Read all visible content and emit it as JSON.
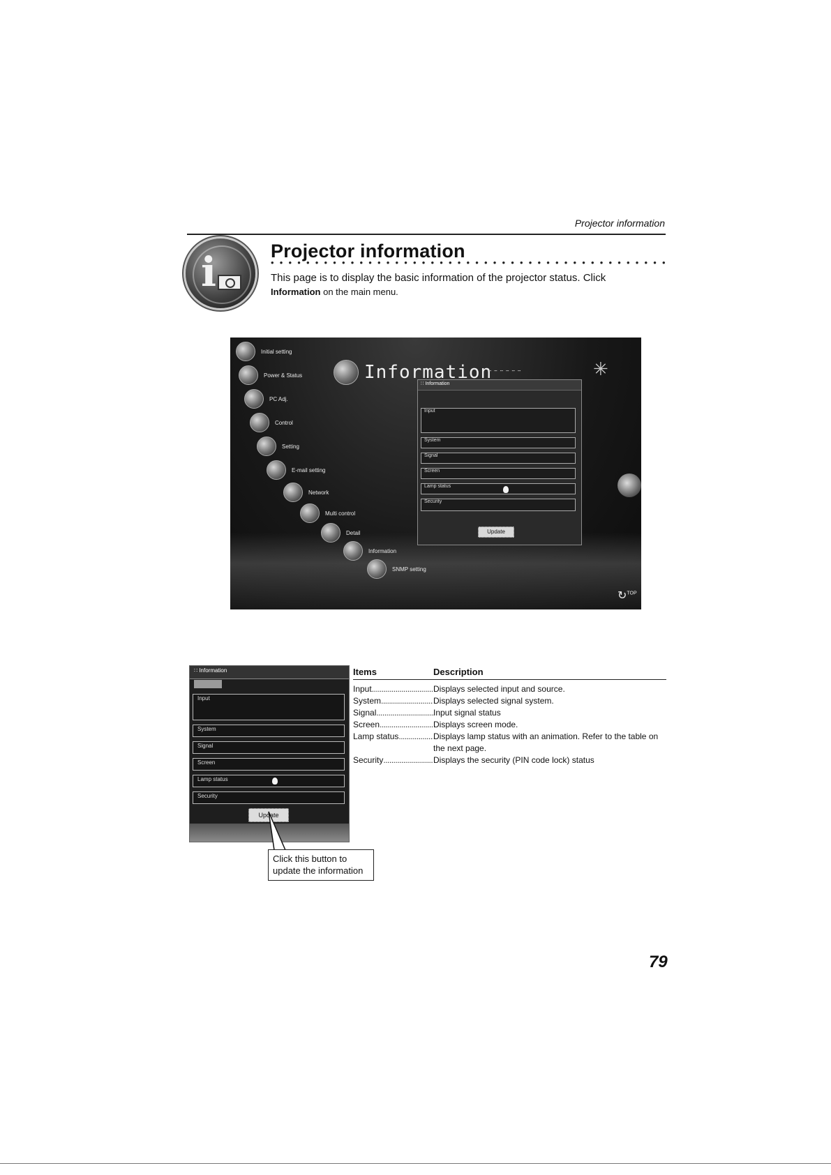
{
  "running_header": "Projector information",
  "title": "Projector information",
  "intro": {
    "text": "This page is to display the basic information of the projector status. Click",
    "bold_word": "Information",
    "tail": " on the main menu."
  },
  "screenshot": {
    "heading": "Information",
    "menu": [
      "Initial setting",
      "Power & Status",
      "PC Adj.",
      "Control",
      "Setting",
      "E-mail setting",
      "Network",
      "Multi control",
      "Detail",
      "Information",
      "SNMP setting"
    ],
    "panel_title": "Information",
    "rows": [
      "Input",
      "System",
      "Signal",
      "Screen",
      "Lamp status",
      "Security"
    ],
    "update_label": "Update",
    "top_label": "TOP"
  },
  "small_panel": {
    "title": "Information",
    "rows": [
      "Input",
      "System",
      "Signal",
      "Screen",
      "Lamp status",
      "Security"
    ],
    "update_label": "Update"
  },
  "callout": "Click this button to update the information",
  "table": {
    "header_items": "Items",
    "header_desc": "Description",
    "rows": [
      {
        "item": "Input",
        "desc": "Displays selected input and source."
      },
      {
        "item": "System",
        "desc": "Displays selected signal system."
      },
      {
        "item": "Signal",
        "desc": "Input signal status"
      },
      {
        "item": "Screen",
        "desc": "Displays screen mode."
      },
      {
        "item": "Lamp status",
        "desc": "Displays lamp status with an animation. Refer to the table on the next page."
      },
      {
        "item": "Security",
        "desc": "Displays the security (PIN code lock) status"
      }
    ]
  },
  "page_number": "79"
}
